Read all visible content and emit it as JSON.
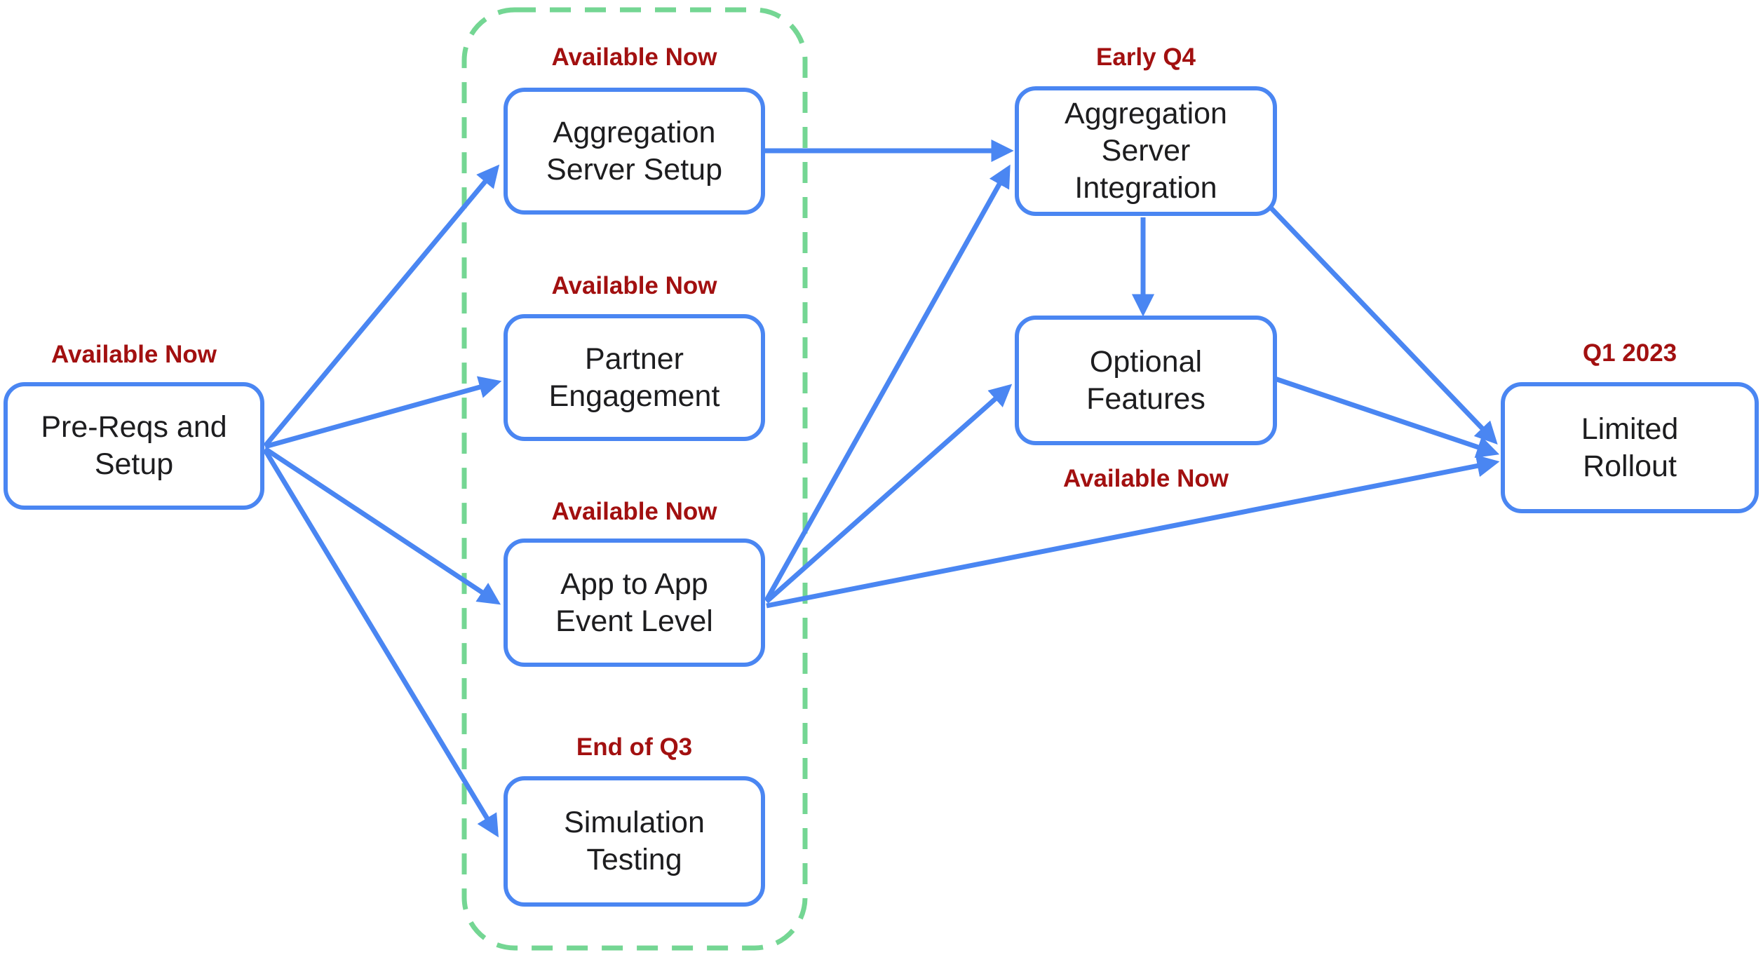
{
  "colors": {
    "blue": "#4a86f2",
    "green": "#74d693",
    "red": "#a21010",
    "ink": "#1d1d1f"
  },
  "nodes": {
    "prereqs": {
      "label": "Pre-Reqs and Setup",
      "status": "Available Now"
    },
    "agg_setup": {
      "label": "Aggregation Server Setup",
      "status": "Available Now"
    },
    "partner": {
      "label": "Partner Engagement",
      "status": "Available Now"
    },
    "app_to_app": {
      "label": "App to App Event Level",
      "status": "Available Now"
    },
    "simulation": {
      "label": "Simulation Testing",
      "status": "End of Q3"
    },
    "agg_integration": {
      "label": "Aggregation Server Integration",
      "status": "Early Q4"
    },
    "optional": {
      "label": "Optional Features",
      "status": "Available Now"
    },
    "limited": {
      "label": "Limited Rollout",
      "status": "Q1 2023"
    }
  },
  "group": {
    "contains": [
      "agg_setup",
      "partner",
      "app_to_app",
      "simulation"
    ]
  },
  "edges": [
    {
      "from": "prereqs",
      "to": "agg_setup"
    },
    {
      "from": "prereqs",
      "to": "partner"
    },
    {
      "from": "prereqs",
      "to": "app_to_app"
    },
    {
      "from": "prereqs",
      "to": "simulation"
    },
    {
      "from": "agg_setup",
      "to": "agg_integration"
    },
    {
      "from": "app_to_app",
      "to": "agg_integration"
    },
    {
      "from": "app_to_app",
      "to": "optional"
    },
    {
      "from": "app_to_app",
      "to": "limited"
    },
    {
      "from": "agg_integration",
      "to": "optional"
    },
    {
      "from": "agg_integration",
      "to": "limited"
    },
    {
      "from": "optional",
      "to": "limited"
    }
  ]
}
